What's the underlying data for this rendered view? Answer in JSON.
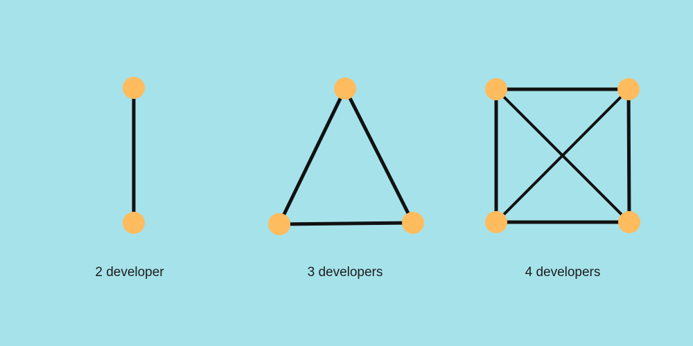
{
  "colors": {
    "background": "#a6e2ea",
    "node": "#ffbc5e",
    "edge": "#111111"
  },
  "graphs": [
    {
      "caption": "2 developer",
      "nodes": 2,
      "edges": 1
    },
    {
      "caption": "3 developers",
      "nodes": 3,
      "edges": 3
    },
    {
      "caption": "4 developers",
      "nodes": 4,
      "edges": 6
    }
  ]
}
